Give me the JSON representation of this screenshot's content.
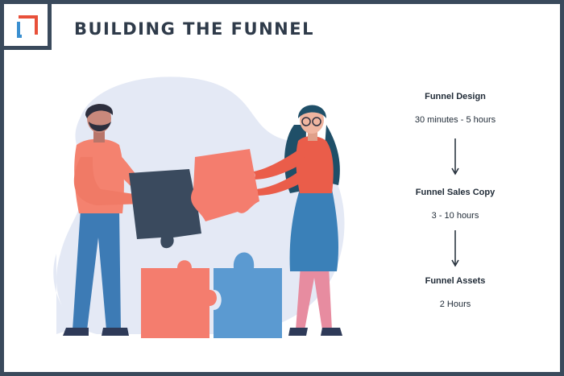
{
  "header": {
    "title": "BUILDING THE FUNNEL"
  },
  "colors": {
    "border": "#3a4a5c",
    "logo_red": "#e8503a",
    "logo_blue": "#3a8fd0",
    "coral": "#f47d6e",
    "navy": "#3a4a5e",
    "steel_blue": "#5b9ad1",
    "blob": "#e4e9f5"
  },
  "steps": [
    {
      "title": "Funnel Design",
      "duration": "30 minutes - 5 hours"
    },
    {
      "title": "Funnel Sales Copy",
      "duration": "3 - 10 hours"
    },
    {
      "title": "Funnel Assets",
      "duration": "2 Hours"
    }
  ],
  "icons": {
    "logo": "bracket-logo-icon",
    "arrow": "arrow-down-icon"
  }
}
